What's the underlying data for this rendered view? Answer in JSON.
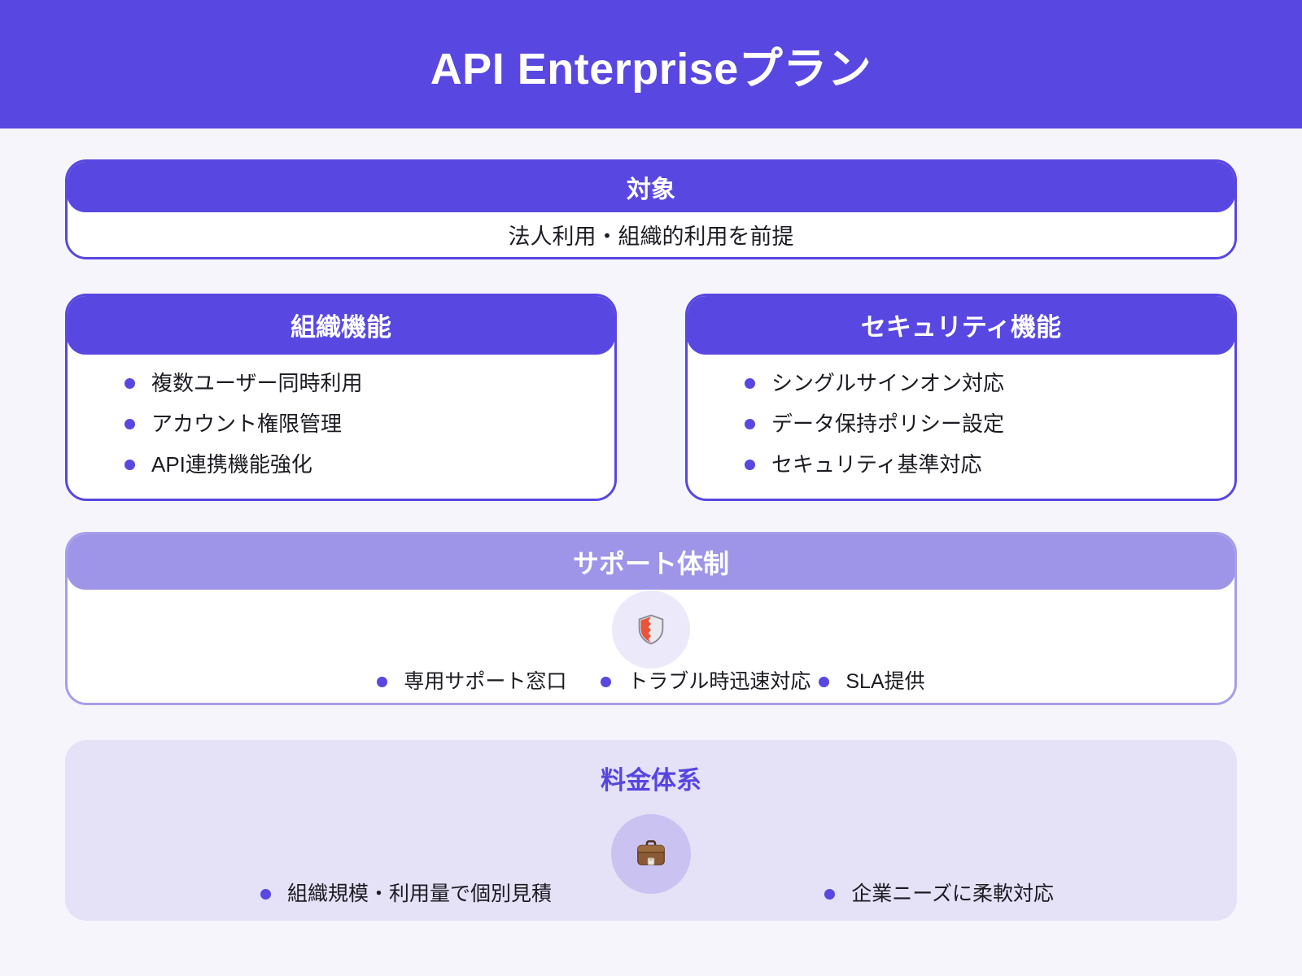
{
  "page": {
    "title": "API Enterpriseプラン"
  },
  "target": {
    "title": "対象",
    "body": "法人利用・組織的利用を前提"
  },
  "organization": {
    "title": "組織機能",
    "items": [
      "複数ユーザー同時利用",
      "アカウント権限管理",
      "API連携機能強化"
    ]
  },
  "security": {
    "title": "セキュリティ機能",
    "items": [
      "シングルサインオン対応",
      "データ保持ポリシー設定",
      "セキュリティ基準対応"
    ]
  },
  "support": {
    "title": "サポート体制",
    "icon": "shield-icon",
    "items": [
      "専用サポート窓口",
      "トラブル時迅速対応",
      "SLA提供"
    ]
  },
  "pricing": {
    "title": "料金体系",
    "icon": "briefcase-icon",
    "items": [
      "組織規模・利用量で個別見積",
      "企業ニーズに柔軟対応"
    ]
  },
  "colors": {
    "primary": "#5847e0",
    "primary_light_header": "#9e94e8",
    "light_border": "#a79ee9",
    "page_background": "#f6f5fc",
    "pricing_background": "#e5e1f7",
    "support_circle_background": "#eceafa",
    "pricing_circle_background": "#cac2f0",
    "pricing_title_text": "#5646e0",
    "body_text": "#1b1b22"
  }
}
